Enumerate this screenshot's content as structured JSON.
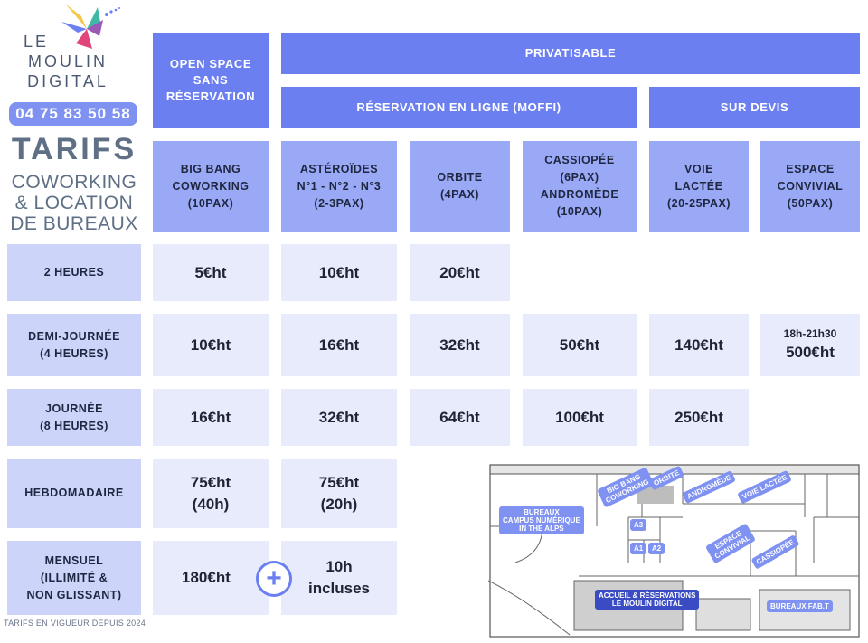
{
  "brand": {
    "logo_lines": [
      "LE",
      "MOULIN",
      "DIGITAL"
    ],
    "phone": "04 75 83 50 58",
    "title": "TARIFS",
    "subtitle_lines": [
      "COWORKING",
      "& LOCATION",
      "DE BUREAUX"
    ]
  },
  "headers": {
    "open_space": "OPEN SPACE\nSANS\nRÉSERVATION",
    "privatisable": "PRIVATISABLE",
    "online": "RÉSERVATION EN LIGNE (MOFFI)",
    "quote": "SUR DEVIS"
  },
  "columns": [
    "BIG BANG\nCOWORKING\n(10PAX)",
    "ASTÉROÏDES\nN°1 - N°2 - N°3\n(2-3PAX)",
    "ORBITE\n(4PAX)",
    "CASSIOPÉE\n(6PAX)\nANDROMÈDE\n(10PAX)",
    "VOIE\nLACTÉE\n(20-25PAX)",
    "ESPACE\nCONVIVIAL\n(50PAX)"
  ],
  "rows": [
    "2 HEURES",
    "DEMI-JOURNÉE\n(4 HEURES)",
    "JOURNÉE\n(8 HEURES)",
    "HEBDOMADAIRE",
    "MENSUEL\n(ILLIMITÉ &\nNON GLISSANT)"
  ],
  "prices": {
    "r0": [
      "5€ht",
      "10€ht",
      "20€ht"
    ],
    "r1": [
      "10€ht",
      "16€ht",
      "32€ht",
      "50€ht",
      "140€ht"
    ],
    "r1_convivial_time": "18h-21h30",
    "r1_convivial_price": "500€ht",
    "r2": [
      "16€ht",
      "32€ht",
      "64€ht",
      "100€ht",
      "250€ht"
    ],
    "r3": [
      "75€ht\n(40h)",
      "75€ht\n(20h)"
    ],
    "r4": [
      "180€ht",
      "10h\nincluses"
    ],
    "plus_symbol": "+"
  },
  "map": {
    "labels": {
      "bigbang": "BIG BANG\nCOWORKING",
      "orbite": "ORBITE",
      "andromede": "ANDROMÈDE",
      "voie_lactee": "VOIE LACTÉE",
      "bureaux_campus": "BUREAUX\nCAMPUS NUMÉRIQUE\nIN THE ALPS",
      "a3": "A3",
      "a1": "A1",
      "a2": "A2",
      "espace_convivial": "ESPACE\nCONVIVIAL",
      "cassiopee": "CASSIOPÉE",
      "accueil": "ACCUEIL & RÉSERVATIONS\nLE MOULIN DIGITAL",
      "bureaux_fabt": "BUREAUX FAB.T"
    }
  },
  "footer": "TARIFS EN VIGUEUR DEPUIS 2024",
  "colors": {
    "header": "#6b7ff0",
    "column": "#99a9f5",
    "row_label": "#cdd4fa",
    "cell": "#e8ebfc"
  }
}
